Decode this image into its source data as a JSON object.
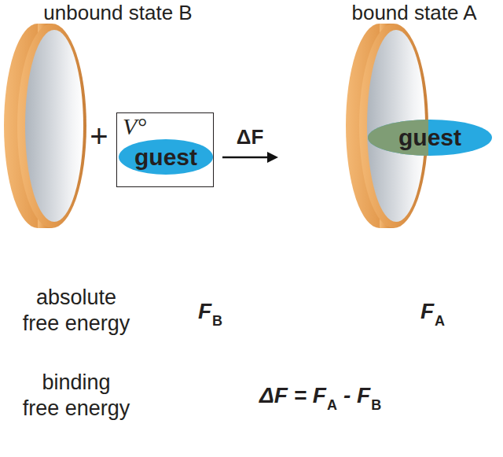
{
  "diagram": {
    "nodes": [
      {
        "text": [
          "V°"
        ]
      },
      {
        "text": [
          "guest"
        ],
        "in": 0
      },
      {
        "text": [
          "guest"
        ]
      }
    ],
    "labels": [
      "unbound state B",
      "bound state A",
      "+",
      "ΔF",
      "absolute free energy",
      "F",
      "B",
      "F",
      "A",
      "binding free energy",
      "ΔF = F",
      "A",
      "- F",
      "B"
    ]
  }
}
